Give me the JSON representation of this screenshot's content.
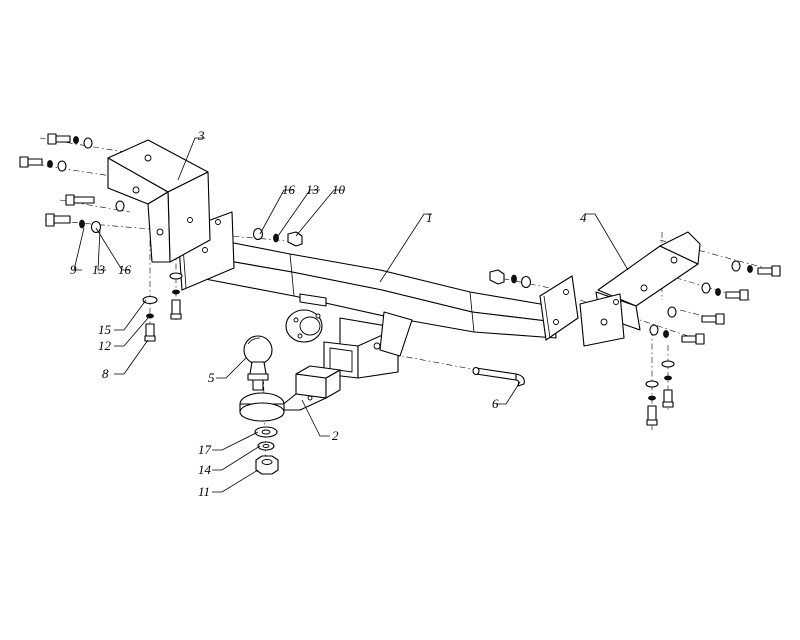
{
  "diagram": {
    "type": "exploded-assembly",
    "callouts": [
      {
        "id": "c1",
        "label": "1"
      },
      {
        "id": "c2",
        "label": "2"
      },
      {
        "id": "c3",
        "label": "3"
      },
      {
        "id": "c4",
        "label": "4"
      },
      {
        "id": "c5",
        "label": "5"
      },
      {
        "id": "c6",
        "label": "6"
      },
      {
        "id": "c8",
        "label": "8"
      },
      {
        "id": "c9",
        "label": "9"
      },
      {
        "id": "c10",
        "label": "10"
      },
      {
        "id": "c11",
        "label": "11"
      },
      {
        "id": "c12",
        "label": "12"
      },
      {
        "id": "c13a",
        "label": "13"
      },
      {
        "id": "c13b",
        "label": "13"
      },
      {
        "id": "c14",
        "label": "14"
      },
      {
        "id": "c15",
        "label": "15"
      },
      {
        "id": "c16a",
        "label": "16"
      },
      {
        "id": "c16b",
        "label": "16"
      },
      {
        "id": "c17",
        "label": "17"
      }
    ]
  }
}
